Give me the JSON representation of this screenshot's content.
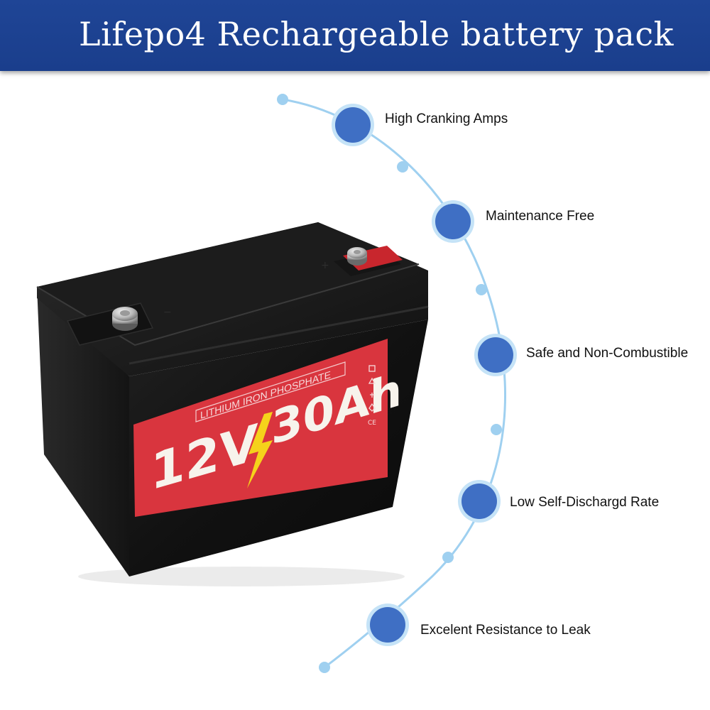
{
  "header": {
    "title": "Lifepo4 Rechargeable battery pack"
  },
  "colors": {
    "banner": "#1f4596",
    "arc": "#9fd0f0",
    "node_fill": "#3f6fc4",
    "node_ring": "#c5e3f7",
    "label_red": "#d9353e",
    "battery_body": "#151515"
  },
  "battery": {
    "label_top": "LITHIUM IRON PHOSPHATE",
    "voltage": "12V",
    "capacity": "30Ah",
    "bolt_icon": "lightning-bolt-icon"
  },
  "features": [
    {
      "label": "High Cranking Amps"
    },
    {
      "label": "Maintenance Free"
    },
    {
      "label": "Safe and Non-Combustible"
    },
    {
      "label": "Low Self-Dischargd Rate"
    },
    {
      "label": "Excelent Resistance to Leak"
    }
  ]
}
